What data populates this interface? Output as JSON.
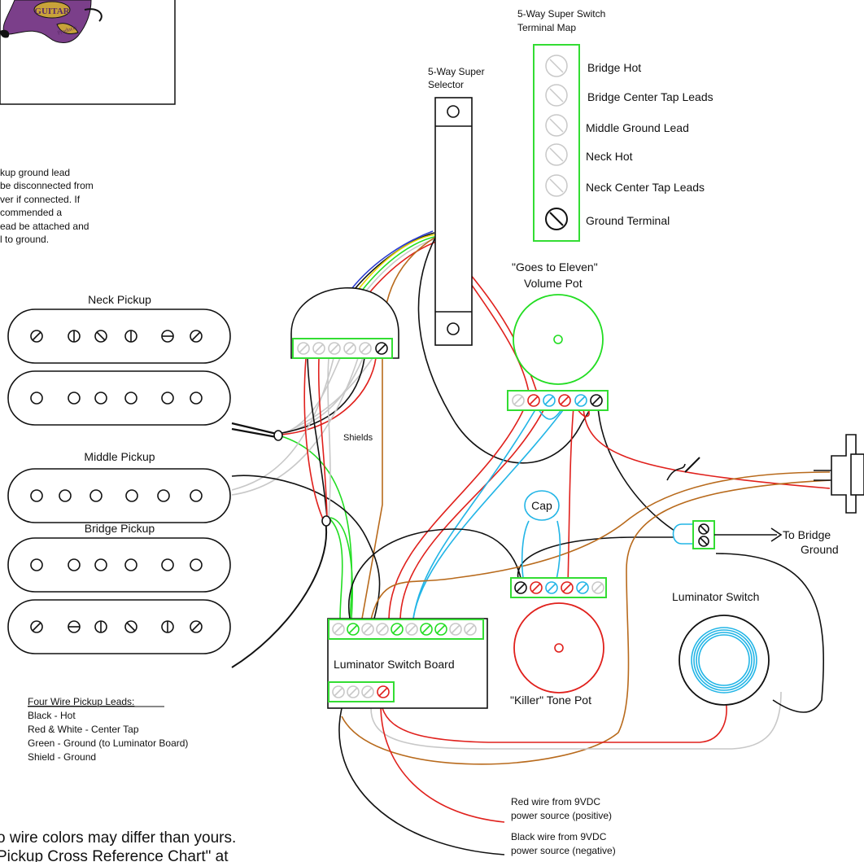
{
  "colors": {
    "wire_red": "#e0201c",
    "wire_green": "#22dd22",
    "wire_cyan": "#22b5e6",
    "wire_brown": "#b86a1c",
    "wire_gray": "#c8c8c8",
    "wire_black": "#111111",
    "wire_yellow": "#e6d400",
    "wire_blue": "#2a3cd0",
    "terminal_green": "#33dd33",
    "logo_purple": "#7b3f8a",
    "logo_gold": "#c8a23a"
  },
  "logo": {
    "text_top": "GUITAR",
    "text_bottom": "Products"
  },
  "terminal_map": {
    "title_line1": "5-Way Super Switch",
    "title_line2": "Terminal Map",
    "entries": [
      "Bridge Hot",
      "Bridge Center Tap Leads",
      "Middle Ground Lead",
      "Neck Hot",
      "Neck Center Tap Leads",
      "Ground Terminal"
    ]
  },
  "selector": {
    "line1": "5-Way Super",
    "line2": "Selector"
  },
  "volume_pot": {
    "line1": "\"Goes to Eleven\"",
    "line2": "Volume Pot"
  },
  "tone_pot": {
    "label": "\"Killer\" Tone Pot"
  },
  "cap": {
    "label": "Cap"
  },
  "note": {
    "lines": [
      "kup ground lead",
      "be disconnected from",
      "ver if connected.  If",
      "commended a",
      "ead be attached and",
      "l to ground."
    ]
  },
  "pickups": {
    "neck": "Neck Pickup",
    "middle": "Middle Pickup",
    "bridge": "Bridge Pickup"
  },
  "shields_label": "Shields",
  "board": {
    "label": "Luminator Switch Board"
  },
  "luminator_switch": {
    "label": "Luminator Switch"
  },
  "bridge_ground": {
    "line1": "To Bridge",
    "line2": "Ground"
  },
  "legend": {
    "title": "Four Wire Pickup Leads:",
    "lines": [
      "Black - Hot",
      "Red & White - Center Tap",
      "Green - Ground (to Luminator Board)",
      "Shield - Ground"
    ]
  },
  "power": {
    "red_line1": "Red wire from 9VDC",
    "red_line2": "power source (positive)",
    "black_line1": "Black wire from 9VDC",
    "black_line2": "power source (negative)"
  },
  "bottom_text": {
    "line1": "o wire colors may differ than yours.",
    "line2": "Pickup Cross Reference Chart\" at"
  }
}
